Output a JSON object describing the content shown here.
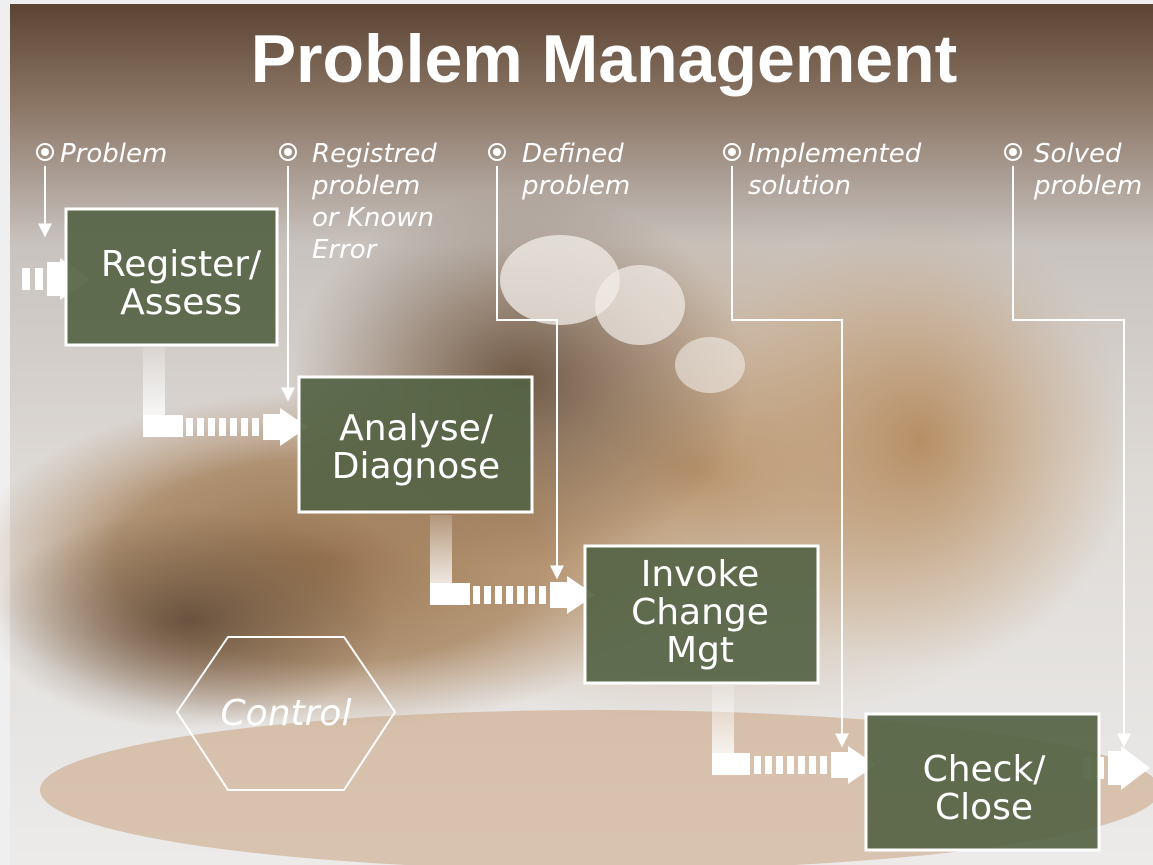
{
  "title": "Problem Management",
  "inputs": [
    {
      "id": "in-problem",
      "lines": [
        "Problem"
      ]
    },
    {
      "id": "in-registred",
      "lines": [
        "Registred",
        "problem",
        "or Known",
        "Error"
      ]
    },
    {
      "id": "in-defined",
      "lines": [
        "Defined",
        "problem"
      ]
    },
    {
      "id": "in-implemented",
      "lines": [
        "Implemented",
        "solution"
      ]
    },
    {
      "id": "in-solved",
      "lines": [
        "Solved",
        "problem"
      ]
    }
  ],
  "steps": [
    {
      "id": "register",
      "lines": [
        "Register/",
        "Assess"
      ]
    },
    {
      "id": "analyse",
      "lines": [
        "Analyse/",
        "Diagnose"
      ]
    },
    {
      "id": "invoke",
      "lines": [
        "Invoke",
        "Change",
        "Mgt"
      ]
    },
    {
      "id": "check",
      "lines": [
        "Check/",
        "Close"
      ]
    }
  ],
  "control": {
    "label": "Control"
  },
  "colors": {
    "box_fill": "#556548",
    "box_border": "#ffffff",
    "text": "#ffffff",
    "background_warm": "#9b7650",
    "background_light": "#e9e7e5"
  }
}
